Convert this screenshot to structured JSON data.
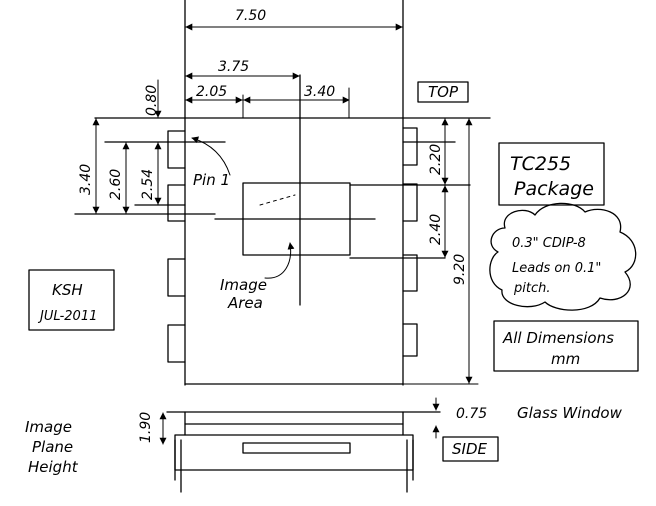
{
  "dimensions": {
    "overall_width": "7.50",
    "half_width": "3.75",
    "image_left_offset": "2.05",
    "image_width": "3.40",
    "top_offset": "0.80",
    "pin1_to_image_center": "3.40",
    "image_height": "2.60",
    "lead_pitch": "2.54",
    "top_to_image": "2.20",
    "image_area_height": "2.40",
    "overall_height": "9.20",
    "image_plane_height": "1.90",
    "glass_window_thickness": "0.75"
  },
  "labels": {
    "top_view": "TOP",
    "side_view": "SIDE",
    "pin1": "Pin 1",
    "image_area_line1": "Image",
    "image_area_line2": "Area",
    "glass_window": "Glass Window",
    "image_plane_line1": "Image",
    "image_plane_line2": "Plane",
    "image_plane_line3": "Height"
  },
  "package_box": {
    "line1": "TC255",
    "line2": "Package"
  },
  "cloud_note": {
    "line1": "0.3\" CDIP-8",
    "line2": "Leads on 0.1\"",
    "line3": "pitch."
  },
  "author_box": {
    "line1": "KSH",
    "line2": "JUL-2011"
  },
  "dimensions_note": {
    "line1": "All Dimensions",
    "line2": "mm"
  }
}
